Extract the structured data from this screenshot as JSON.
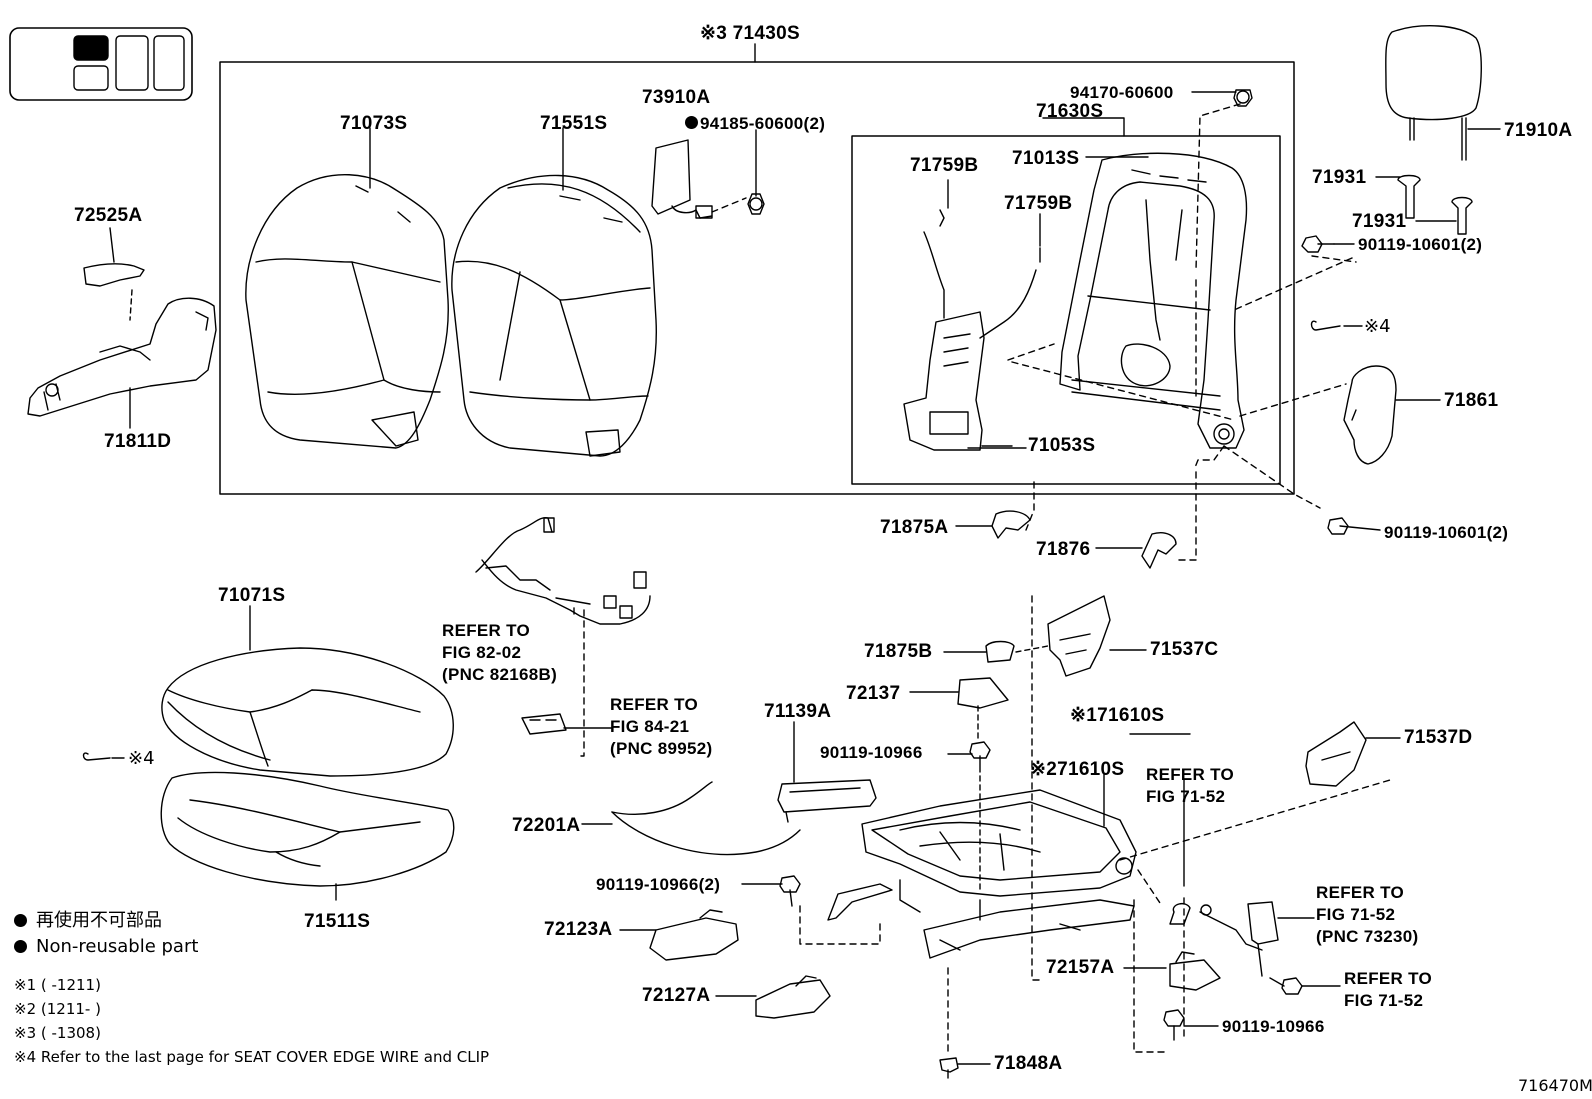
{
  "labels": {
    "assy_71430s": "※3 71430S",
    "p71073s": "71073S",
    "p71551s": "71551S",
    "p73910a": "73910A",
    "p94185": "94185-60600(2)",
    "p94170": "94170-60600",
    "p71630s": "71630S",
    "p71759b_1": "71759B",
    "p71759b_2": "71759B",
    "p71013s": "71013S",
    "p71053s": "71053S",
    "p71910a": "71910A",
    "p71931_1": "71931",
    "p71931_2": "71931",
    "p90119_10601_top": "90119-10601(2)",
    "note4_right": "※4",
    "p71861": "71861",
    "p90119_10601_bot": "90119-10601(2)",
    "p72525a": "72525A",
    "p71811d": "71811D",
    "p71875a": "71875A",
    "p71876": "71876",
    "ref_82_02": [
      "REFER TO",
      "FIG 82-02",
      "(PNC 82168B)"
    ],
    "ref_84_21": [
      "REFER TO",
      "FIG 84-21",
      "(PNC 89952)"
    ],
    "p71071s": "71071S",
    "note4_left": "※4",
    "p71511s": "71511S",
    "p71875b": "71875B",
    "p71537c": "71537C",
    "p72137": "72137",
    "p71139a": "71139A",
    "p90119_10966_a": "90119-10966",
    "p71610s_1": "※171610S",
    "p71610s_2": "※271610S",
    "ref_71_52_a": [
      "REFER TO",
      "FIG 71-52"
    ],
    "p71537d": "71537D",
    "p72201a": "72201A",
    "p90119_10966_2": "90119-10966(2)",
    "p72123a": "72123A",
    "p72127a": "72127A",
    "ref_71_52_pnc": [
      "REFER TO",
      "FIG 71-52",
      "(PNC 73230)"
    ],
    "p72157a": "72157A",
    "ref_71_52_b": [
      "REFER TO",
      "FIG 71-52"
    ],
    "p90119_10966_b": "90119-10966",
    "p71848a": "71848A",
    "fig_code": "716470M"
  },
  "legend": {
    "non_reusable_jp": "再使用不可部品",
    "non_reusable_en": "Non-reusable part",
    "note1": "※1 (      -1211)",
    "note2": "※2 (1211-      )",
    "note3": "※3 (      -1308)",
    "note4": "※4  Refer to the last page for SEAT COVER EDGE WIRE and CLIP"
  }
}
